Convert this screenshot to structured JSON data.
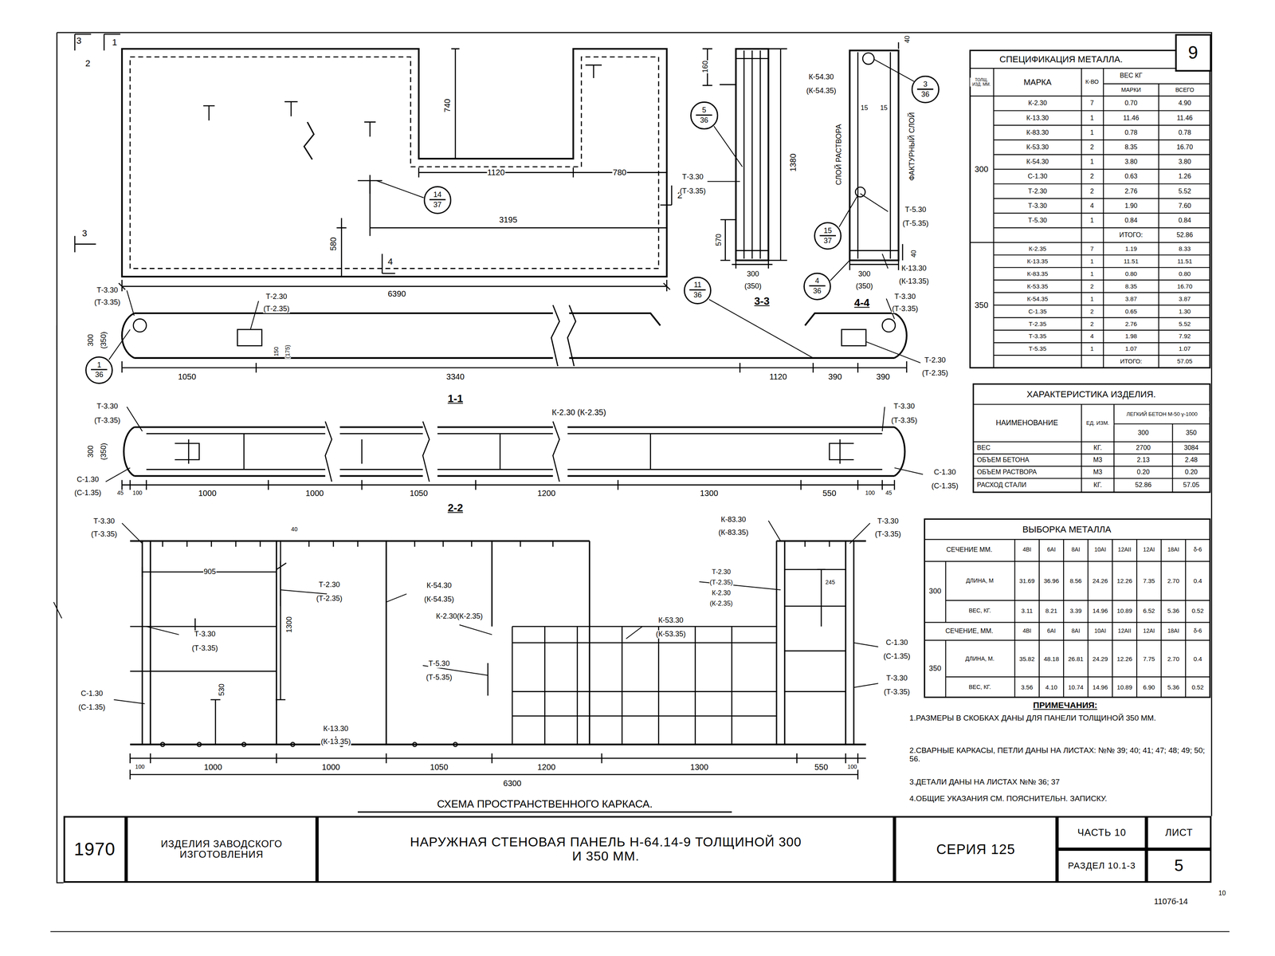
{
  "diagram": {
    "nodes": [
      {
        "text": [
          "9"
        ]
      },
      {
        "text": [
          "14",
          "37"
        ]
      },
      {
        "text": [
          "5",
          "36"
        ]
      },
      {
        "text": [
          "3",
          "36"
        ]
      },
      {
        "text": [
          "15",
          "37"
        ]
      },
      {
        "text": [
          "4",
          "36"
        ]
      },
      {
        "text": [
          "11",
          "36"
        ]
      },
      {
        "text": [
          "1",
          "36"
        ]
      },
      {
        "text": [
          "1970"
        ]
      },
      {
        "text": [
          "ИЗДЕЛИЯ ЗАВОДСКОГО ИЗГОТОВЛЕНИЯ"
        ]
      },
      {
        "text": [
          "НАРУЖНАЯ СТЕНОВАЯ ПАНЕЛЬ Н-64.14-9 ТОЛЩИНОЙ 300 И 350 ММ."
        ]
      },
      {
        "text": [
          "СЕРИЯ 125"
        ]
      },
      {
        "text": [
          "ЧАСТЬ 10"
        ]
      },
      {
        "text": [
          "РАЗДЕЛ 10.1-3"
        ]
      },
      {
        "text": [
          "ЛИСТ"
        ]
      },
      {
        "text": [
          "5"
        ]
      }
    ],
    "labels": [
      "3",
      "2",
      "1",
      "740",
      "1120",
      "780",
      "2",
      "3195",
      "580",
      "3",
      "4",
      "6390",
      "160",
      "Т-3.30",
      "(Т-3.35)",
      "1380",
      "570",
      "300",
      "(350)",
      "3-3",
      "К-54.30",
      "(К-54.35)",
      "40",
      "15",
      "15",
      "СЛОЙ РАСТВОРА",
      "ФАКТУРНЫЙ СЛОЙ",
      "Т-5.30",
      "(Т-5.35)",
      "40",
      "300",
      "(350)",
      "К-13.30",
      "(К-13.35)",
      "4-4",
      "Т-3.30",
      "(Т-3.35)",
      "Т-2.30",
      "(Т-2.35)",
      "300",
      "(350)",
      "150",
      "(175)",
      "Т-3.30",
      "(Т-3.35)",
      "Т-2.30",
      "(Т-2.35)",
      "1050",
      "3340",
      "1120",
      "390",
      "390",
      "1-1",
      "Т-3.30",
      "(Т-3.35)",
      "К-2.30 (К-2.35)",
      "Т-3.30",
      "(Т-3.35)",
      "300",
      "(350)",
      "С-1.30",
      "(С-1.35)",
      "С-1.30",
      "(С-1.35)",
      "45",
      "100",
      "1000",
      "1000",
      "1050",
      "1200",
      "1300",
      "550",
      "100",
      "45",
      "2-2",
      "Т-3.30",
      "(Т-3.35)",
      "40",
      "905",
      "Т-2.30",
      "(Т-2.35)",
      "К-54.30",
      "(К-54.35)",
      "К-2.30(К-2.35)",
      "Т-3.30",
      "(Т-3.35)",
      "1300",
      "Т-5.30",
      "(Т-5.35)",
      "530",
      "С-1.30",
      "(С-1.35)",
      "К-13.30",
      "(К-13.35)",
      "К-83.30",
      "(К-83.35)",
      "Т-3.30",
      "(Т-3.35)",
      "Т-2.30",
      "(Т-2.35)",
      "К-2.30",
      "(К-2.35)",
      "245",
      "К-53.30",
      "(К-53.35)",
      "С-1.30",
      "(С-1.35)",
      "Т-3.30",
      "(Т-3.35)",
      "100",
      "1000",
      "1000",
      "1050",
      "1200",
      "1300",
      "550",
      "100",
      "6300",
      "СХЕМА ПРОСТРАНСТВЕННОГО КАРКАСА.",
      "СПЕЦИФИКАЦИЯ МЕТАЛЛА.",
      "ТОЛЩ. ИЗД. ММ.",
      "МАРКА",
      "К-ВО",
      "ВЕС КГ",
      "МАРКИ",
      "ВСЕГО",
      "300",
      "К-2.30",
      "7",
      "0.70",
      "4.90",
      "К-13.30",
      "1",
      "11.46",
      "11.46",
      "К-83.30",
      "1",
      "0.78",
      "0.78",
      "К-53.30",
      "2",
      "8.35",
      "16.70",
      "К-54.30",
      "1",
      "3.80",
      "3.80",
      "С-1.30",
      "2",
      "0.63",
      "1.26",
      "Т-2.30",
      "2",
      "2.76",
      "5.52",
      "Т-3.30",
      "4",
      "1.90",
      "7.60",
      "Т-5.30",
      "1",
      "0.84",
      "0.84",
      "ИТОГО:",
      "52.86",
      "350",
      "К-2.35",
      "7",
      "1.19",
      "8.33",
      "К-13.35",
      "1",
      "11.51",
      "11.51",
      "К-83.35",
      "1",
      "0.80",
      "0.80",
      "К-53.35",
      "2",
      "8.35",
      "16.70",
      "К-54.35",
      "1",
      "3.87",
      "3.87",
      "С-1.35",
      "2",
      "0.65",
      "1.30",
      "Т-2.35",
      "2",
      "2.76",
      "5.52",
      "Т-3.35",
      "4",
      "1.98",
      "7.92",
      "Т-5.35",
      "1",
      "1.07",
      "1.07",
      "ИТОГО:",
      "57.05",
      "ХАРАКТЕРИСТИКА ИЗДЕЛИЯ.",
      "НАИМЕНОВАНИЕ",
      "ЕД. ИЗМ.",
      "ЛЕГКИЙ БЕТОН М-50 γ-1000",
      "300",
      "350",
      "ВЕС",
      "КГ.",
      "2700",
      "3084",
      "ОБЪЕМ БЕТОНА",
      "М3",
      "2.13",
      "2.48",
      "ОБЪЕМ РАСТВОРА",
      "М3",
      "0.20",
      "0.20",
      "РАСХОД СТАЛИ",
      "КГ.",
      "52.86",
      "57.05",
      "ВЫБОРКА МЕТАЛЛА",
      "СЕЧЕНИЕ ММ.",
      "4ВI",
      "6АI",
      "8АI",
      "10АI",
      "12АII",
      "12АI",
      "18АI",
      "δ-6",
      "300",
      "ДЛИНА, М",
      "31.69",
      "36.96",
      "8.56",
      "24.26",
      "12.26",
      "7.35",
      "2.70",
      "0.4",
      "ВЕС, КГ.",
      "3.11",
      "8.21",
      "3.39",
      "14.96",
      "10.89",
      "6.52",
      "5.36",
      "0.52",
      "СЕЧЕНИЕ, ММ.",
      "4ВI",
      "6АI",
      "8АI",
      "10АI",
      "12АII",
      "12АI",
      "18АI",
      "δ-6",
      "350",
      "ДЛИНА, М.",
      "35.82",
      "48.18",
      "26.81",
      "24.29",
      "12.26",
      "7.75",
      "2.70",
      "0.4",
      "ВЕС, КГ.",
      "3.56",
      "4.10",
      "10.74",
      "14.96",
      "10.89",
      "6.90",
      "5.36",
      "0.52",
      "ПРИМЕЧАНИЯ:",
      "1.РАЗМЕРЫ В СКОБКАХ ДАНЫ ДЛЯ ПАНЕЛИ ТОЛЩИНОЙ 350 ММ.",
      "2.СВАРНЫЕ КАРКАСЫ, ПЕТЛИ ДАНЫ НА ЛИСТАХ: №№ 39; 40; 41; 47; 48; 49; 50; 56.",
      "3.ДЕТАЛИ ДАНЫ НА ЛИСТАХ №№ 36; 37",
      "4.ОБЩИЕ УКАЗАНИЯ СМ. ПОЯСНИТЕЛЬН. ЗАПИСКУ.",
      "1107б-14",
      "10"
    ]
  }
}
